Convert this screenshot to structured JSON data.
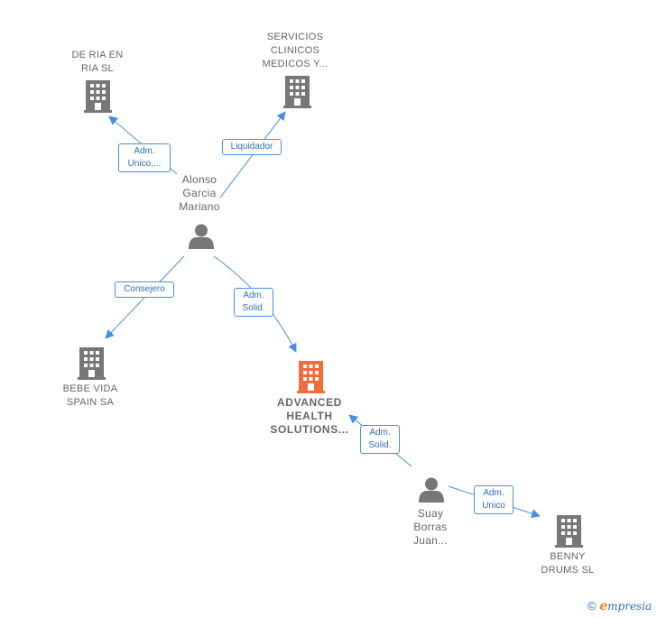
{
  "nodes": {
    "de_ria": {
      "label": "DE RIA EN\nRIA  SL",
      "type": "company"
    },
    "servicios": {
      "label": "SERVICIOS\nCLINICOS\nMEDICOS Y...",
      "type": "company"
    },
    "alonso": {
      "label": "Alonso\nGarcia\nMariano",
      "type": "person"
    },
    "bebe": {
      "label": "BEBE VIDA\nSPAIN SA",
      "type": "company"
    },
    "advanced": {
      "label": "ADVANCED\nHEALTH\nSOLUTIONS...",
      "type": "company-main"
    },
    "suay": {
      "label": "Suay\nBorras\nJuan...",
      "type": "person"
    },
    "benny": {
      "label": "BENNY\nDRUMS  SL",
      "type": "company"
    }
  },
  "edges": {
    "alonso_de_ria": "Adm.\nUnico,...",
    "alonso_servicios": "Liquidador",
    "alonso_bebe": "Consejero",
    "alonso_advanced": "Adm.\nSolid.",
    "suay_advanced": "Adm.\nSolid.",
    "suay_benny": "Adm.\nUnico"
  },
  "colors": {
    "edge": "#4a90d9",
    "company_icon": "#777777",
    "main_company_icon": "#f26b3a",
    "person_icon": "#777777"
  },
  "footer": {
    "copyright": "©",
    "brand_initial": "e",
    "brand_rest": "mpresia"
  }
}
